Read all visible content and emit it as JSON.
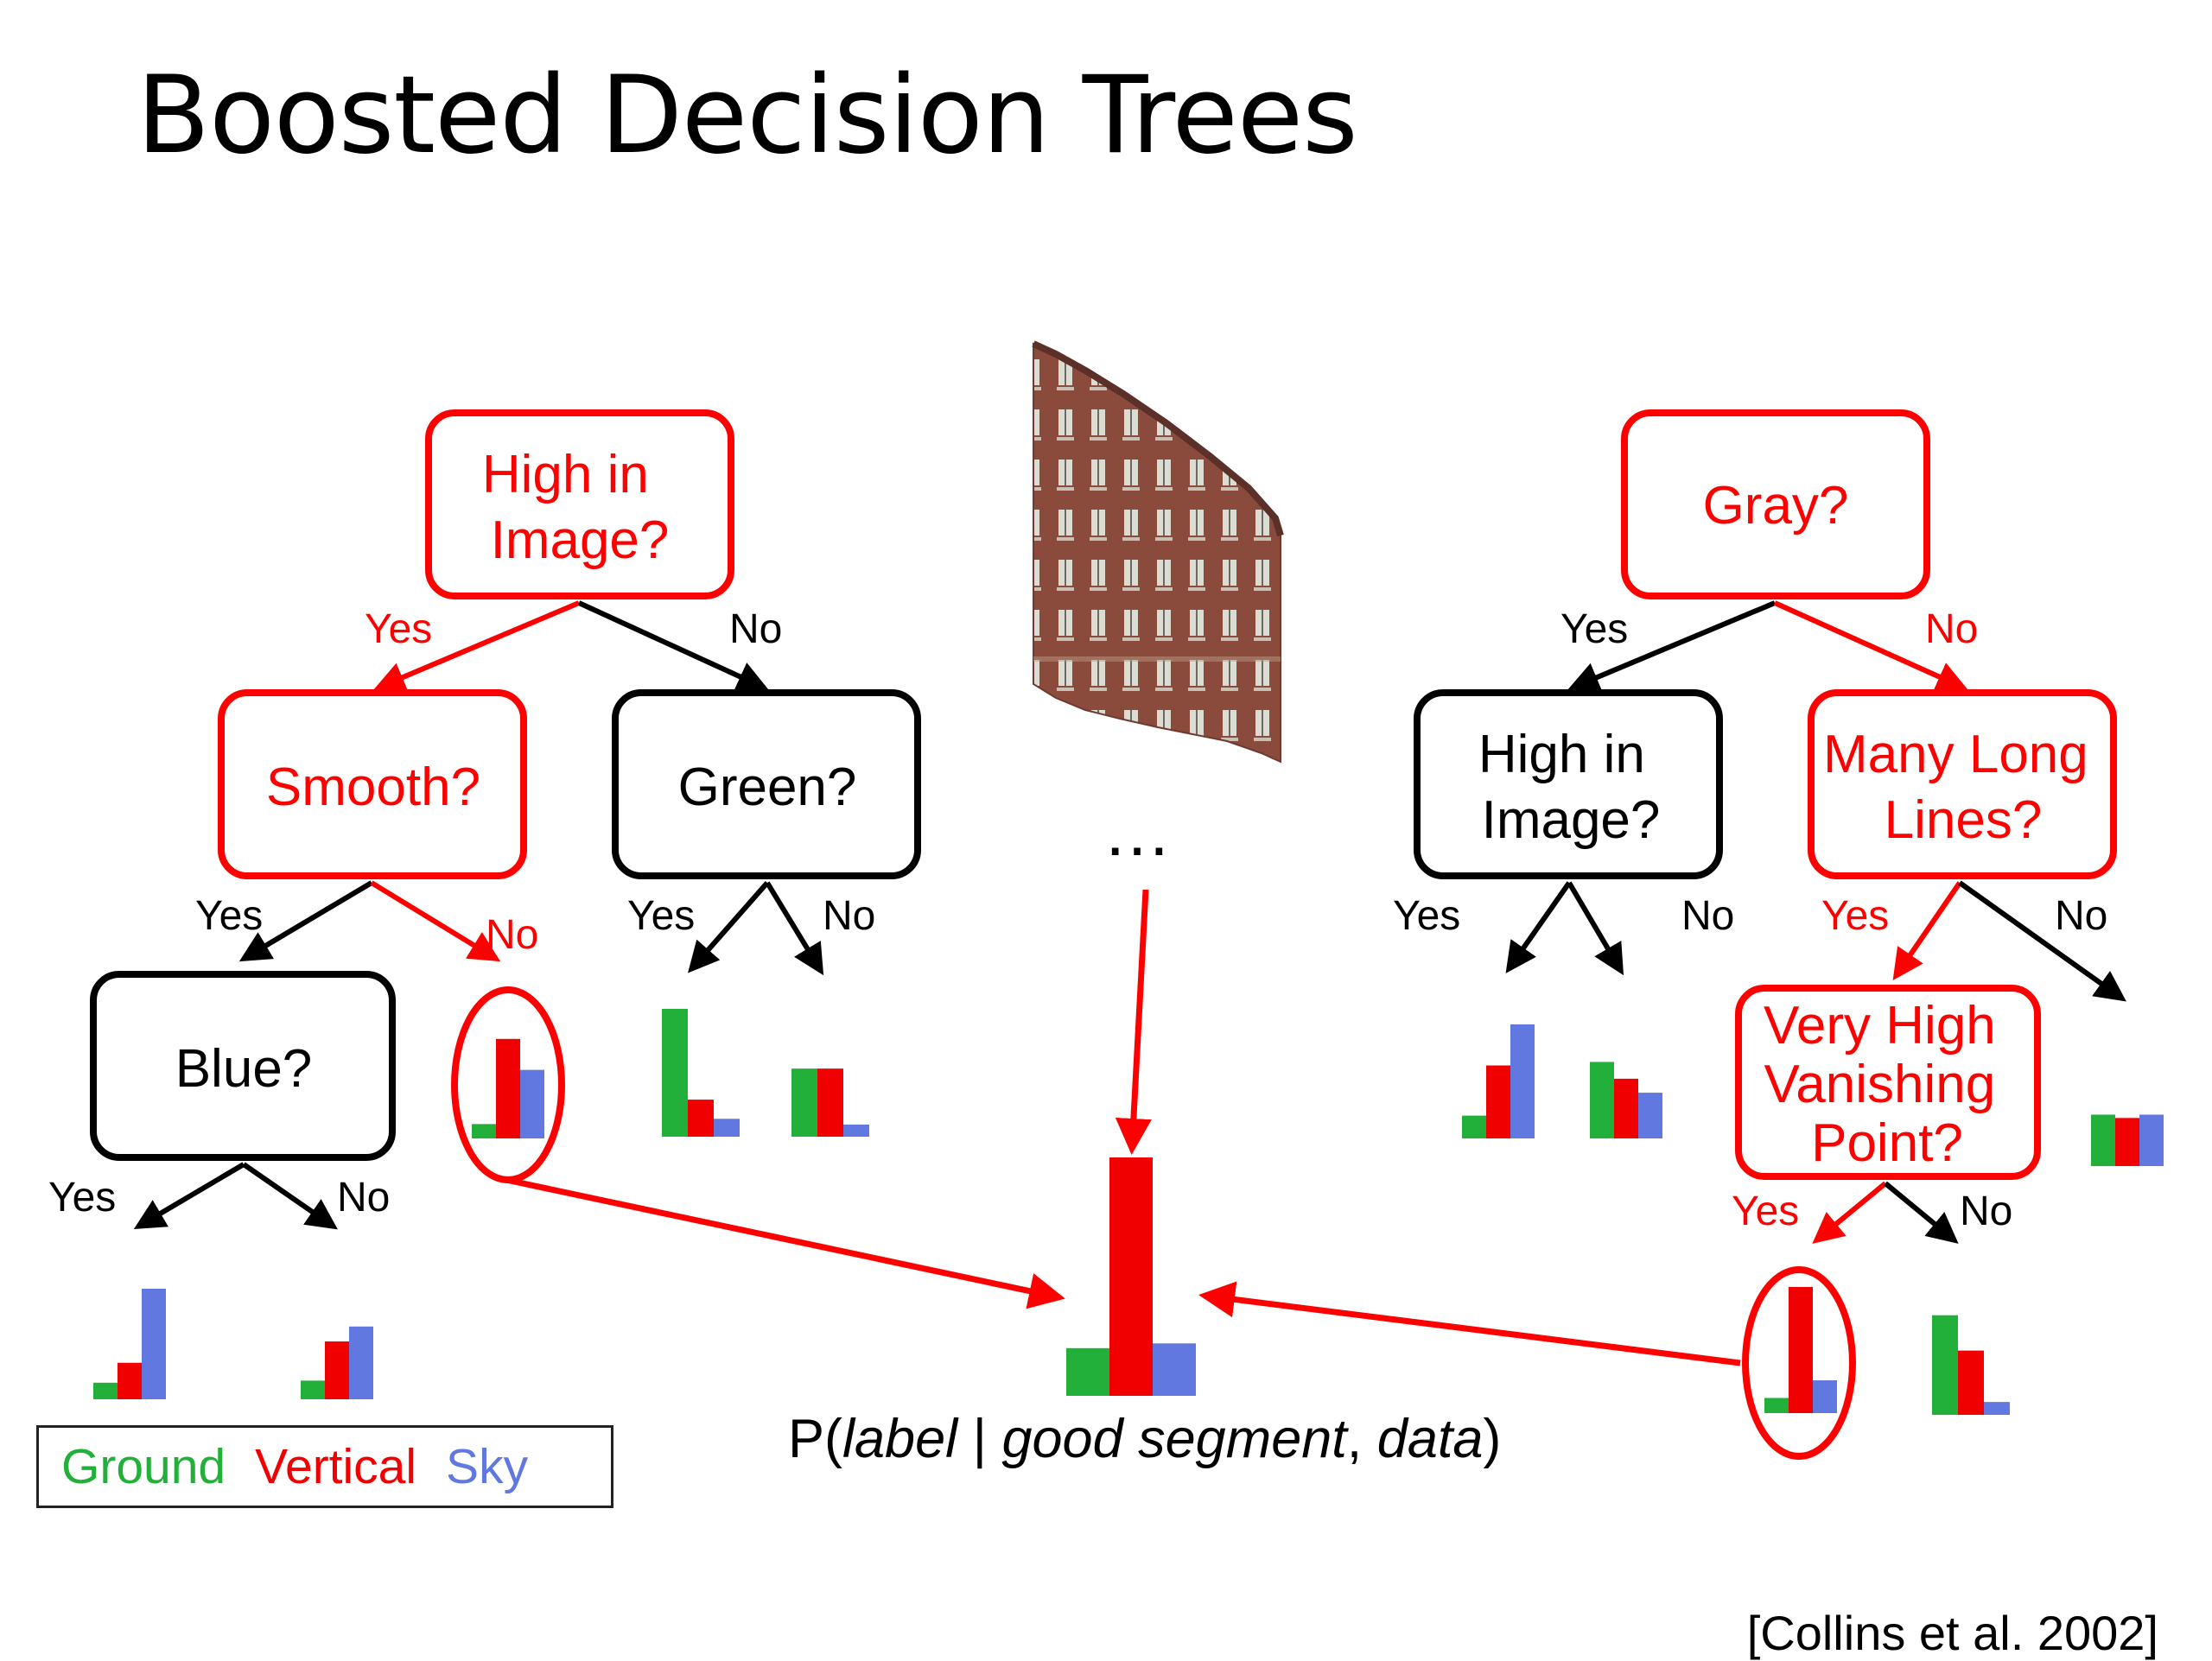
{
  "title": "Boosted Decision Trees",
  "colors": {
    "ground": "#22b03a",
    "vertical": "#f00000",
    "sky": "#6078e0",
    "highlight": "#ff0000"
  },
  "trees": {
    "left": {
      "root": "High in Image?",
      "yes_child": "Smooth?",
      "no_child": "Green?",
      "grandchild": "Blue?"
    },
    "right": {
      "root": "Gray?",
      "yes_child": "High in Image?",
      "no_child": "Many Long Lines?",
      "grandchild": "Very High Vanishing Point?"
    }
  },
  "branch_labels": {
    "yes": "Yes",
    "no": "No"
  },
  "ellipsis": "…",
  "segment_image": "building-facade",
  "histograms": {
    "smooth_no": [
      0.13,
      0.9,
      0.62
    ],
    "green_yes": [
      1.0,
      0.29,
      0.14
    ],
    "green_no": [
      0.73,
      0.73,
      0.13
    ],
    "blue_yes": [
      0.15,
      0.33,
      1.0
    ],
    "blue_no": [
      0.2,
      0.62,
      0.78
    ],
    "right_high_yes": [
      0.2,
      0.64,
      1.0
    ],
    "right_high_no": [
      0.82,
      0.64,
      0.49
    ],
    "lines_no": [
      0.62,
      0.58,
      0.62
    ],
    "vanishing_yes": [
      0.12,
      1.0,
      0.26
    ],
    "vanishing_no": [
      0.93,
      0.6,
      0.12
    ],
    "result": [
      0.2,
      1.0,
      0.22
    ]
  },
  "legend": {
    "ground": "Ground",
    "vertical": "Vertical",
    "sky": "Sky"
  },
  "formula": {
    "prefix": "P(",
    "label": "label",
    "bar": " | ",
    "good_segment": "good segment",
    "comma": ", ",
    "data": "data",
    "suffix": ")"
  },
  "citation": "[Collins et al. 2002]"
}
